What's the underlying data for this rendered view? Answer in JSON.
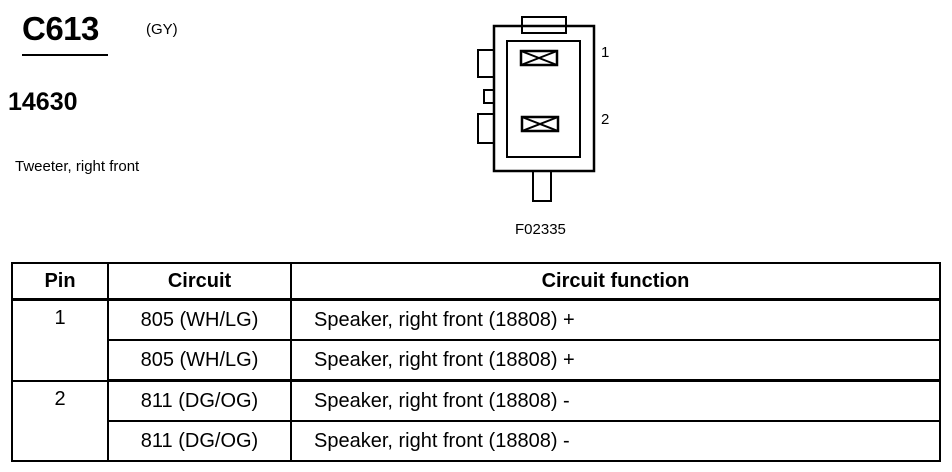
{
  "header": {
    "connector_id": "C613",
    "connector_color": "(GY)",
    "part_number": "14630",
    "description": "Tweeter, right front"
  },
  "diagram": {
    "pin_labels": [
      "1",
      "2"
    ],
    "figure_id": "F02335"
  },
  "table": {
    "headers": [
      "Pin",
      "Circuit",
      "Circuit function"
    ],
    "groups": [
      {
        "pin": "1",
        "rows": [
          {
            "circuit": "805 (WH/LG)",
            "function": "Speaker, right front (18808) +"
          },
          {
            "circuit": "805 (WH/LG)",
            "function": "Speaker, right front (18808) +"
          }
        ]
      },
      {
        "pin": "2",
        "rows": [
          {
            "circuit": "811 (DG/OG)",
            "function": "Speaker, right front (18808) -"
          },
          {
            "circuit": "811 (DG/OG)",
            "function": "Speaker, right front (18808) -"
          }
        ]
      }
    ]
  }
}
